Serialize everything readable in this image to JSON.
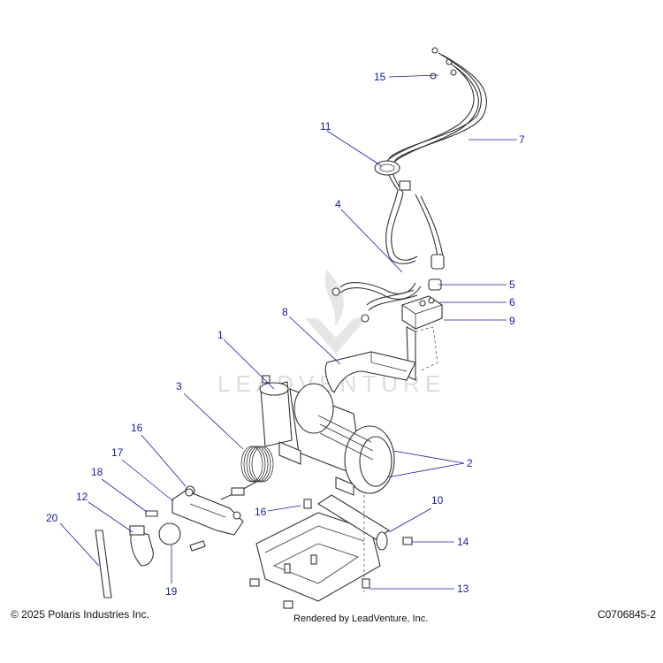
{
  "footer": {
    "copyright": "© 2025 Polaris Industries Inc.",
    "rendered_by": "Rendered by LeadVenture, Inc.",
    "diagram_code": "C0706845-2"
  },
  "watermark": "LEADVENTURE",
  "callouts": [
    "1",
    "2",
    "3",
    "4",
    "5",
    "6",
    "7",
    "8",
    "9",
    "10",
    "11",
    "12",
    "13",
    "14",
    "15",
    "16",
    "16",
    "17",
    "18",
    "19",
    "20"
  ],
  "colors": {
    "callout": "#1a1aa6",
    "line": "#333333",
    "watermark": "#dddddd"
  }
}
